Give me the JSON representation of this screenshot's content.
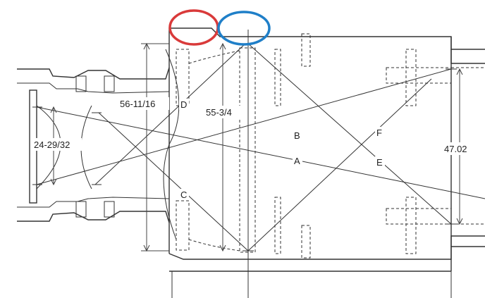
{
  "diagram": {
    "dimensions": {
      "dim_56": "56-11/16",
      "dim_55": "55-3/4",
      "dim_24": "24-29/32",
      "dim_47": "47.02"
    },
    "point_labels": {
      "A": "A",
      "B": "B",
      "C": "C",
      "D": "D",
      "E": "E",
      "F": "F"
    },
    "annotation_colors": {
      "red_circle": "#d93a3a",
      "blue_circle": "#1f7fc8"
    }
  }
}
